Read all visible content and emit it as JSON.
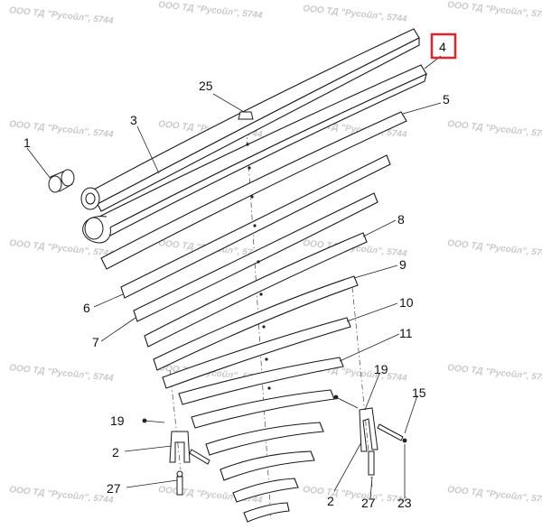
{
  "diagram": {
    "callouts": [
      "1",
      "3",
      "25",
      "4",
      "5",
      "6",
      "7",
      "8",
      "9",
      "10",
      "11",
      "19",
      "2",
      "27",
      "19",
      "15",
      "2",
      "27",
      "23"
    ],
    "highlight_color": "#e0242b",
    "watermark_text": "ООО ТД \"Русойл\", 5744",
    "line_color": "#1a1a1a"
  }
}
